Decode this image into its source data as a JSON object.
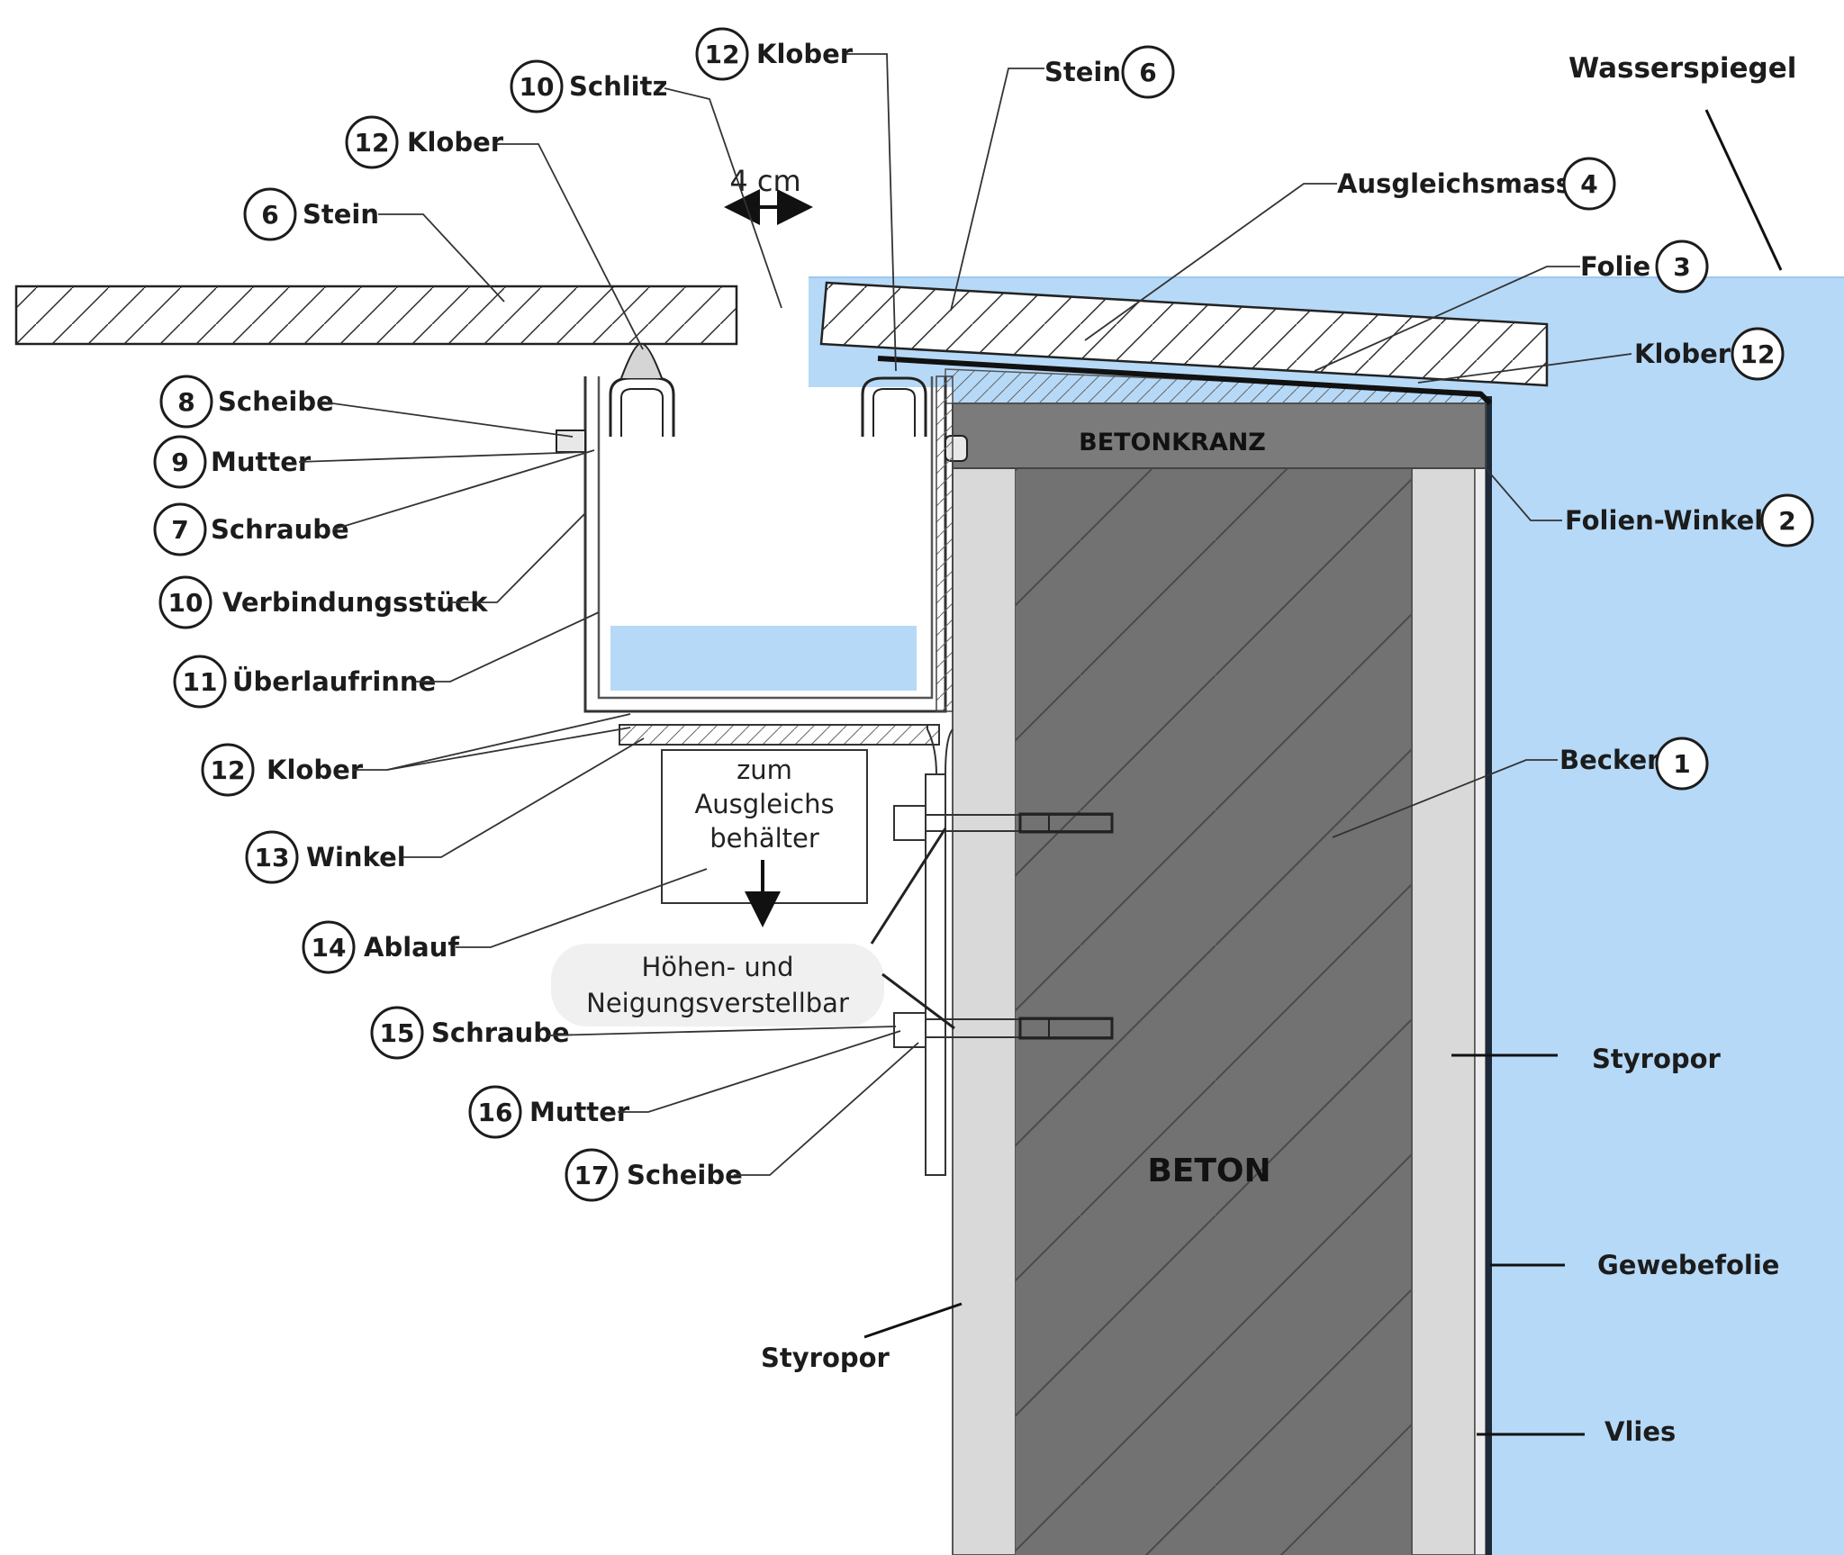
{
  "colors": {
    "water": "#b6d9f7",
    "concrete": "#707070",
    "styrofoam": "#d9d9d9",
    "line": "#1c1c1c"
  },
  "top_labels": {
    "wasserspiegel": "Wasserspiegel",
    "dimension": "4 cm"
  },
  "callouts_left": [
    {
      "num": "10",
      "text": "Schlitz"
    },
    {
      "num": "12",
      "text": "Klober"
    },
    {
      "num": "12",
      "text": "Klober"
    },
    {
      "num": "6",
      "text": "Stein"
    },
    {
      "num": "8",
      "text": "Scheibe"
    },
    {
      "num": "9",
      "text": "Mutter"
    },
    {
      "num": "7",
      "text": "Schraube"
    },
    {
      "num": "10",
      "text": "Verbindungsstück"
    },
    {
      "num": "11",
      "text": "Überlaufrinne"
    },
    {
      "num": "12",
      "text": "Klober"
    },
    {
      "num": "13",
      "text": "Winkel"
    },
    {
      "num": "14",
      "text": "Ablauf"
    },
    {
      "num": "15",
      "text": "Schraube"
    },
    {
      "num": "16",
      "text": "Mutter"
    },
    {
      "num": "17",
      "text": "Scheibe"
    }
  ],
  "callouts_right": [
    {
      "num": "6",
      "text": "Stein"
    },
    {
      "num": "4",
      "text": "Ausgleichsmasse"
    },
    {
      "num": "3",
      "text": "Folie"
    },
    {
      "num": "12",
      "text": "Klober"
    },
    {
      "num": "2",
      "text": "Folien-Winkel"
    },
    {
      "num": "1",
      "text": "Becken"
    }
  ],
  "plain_labels": {
    "styropor_right": "Styropor",
    "gewebefolie": "Gewebefolie",
    "vlies": "Vlies",
    "styropor_left": "Styropor"
  },
  "inner_labels": {
    "betonkranz": "BETONKRANZ",
    "beton": "BETON",
    "box_line1": "zum",
    "box_line2": "Ausgleichs",
    "box_line3": "behälter",
    "note_line1": "Höhen- und",
    "note_line2": "Neigungsverstellbar"
  }
}
